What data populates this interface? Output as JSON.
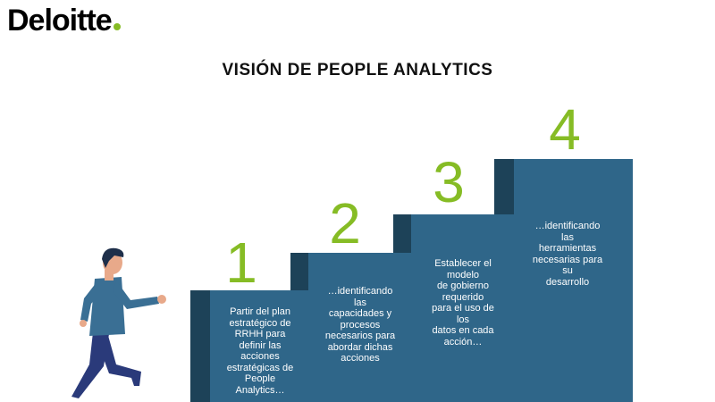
{
  "logo": {
    "text": "Deloitte",
    "dot_color": "#86bc25"
  },
  "title": "VISIÓN DE PEOPLE ANALYTICS",
  "colors": {
    "step_front": "#2f6689",
    "step_shadow": "#1d4258",
    "number": "#86bc25",
    "shirt": "#3a6f94",
    "pants": "#2a3a7a",
    "skin": "#e8a98a",
    "hair": "#1e2f4a"
  },
  "steps": [
    {
      "number": "1",
      "text": "Partir del plan\nestratégico de\nRRHH para\ndefinir las\nacciones\nestratégicas de\nPeople\nAnalytics…"
    },
    {
      "number": "2",
      "text": "…identificando\nlas\ncapacidades y\nprocesos\nnecesarios para\nabordar dichas\nacciones"
    },
    {
      "number": "3",
      "text": "Establecer el\nmodelo\nde gobierno\nrequerido\npara el uso de\nlos\ndatos en cada\nacción…"
    },
    {
      "number": "4",
      "text": "…identificando\nlas\nherramientas\nnecesarias para\nsu\ndesarrollo"
    }
  ]
}
